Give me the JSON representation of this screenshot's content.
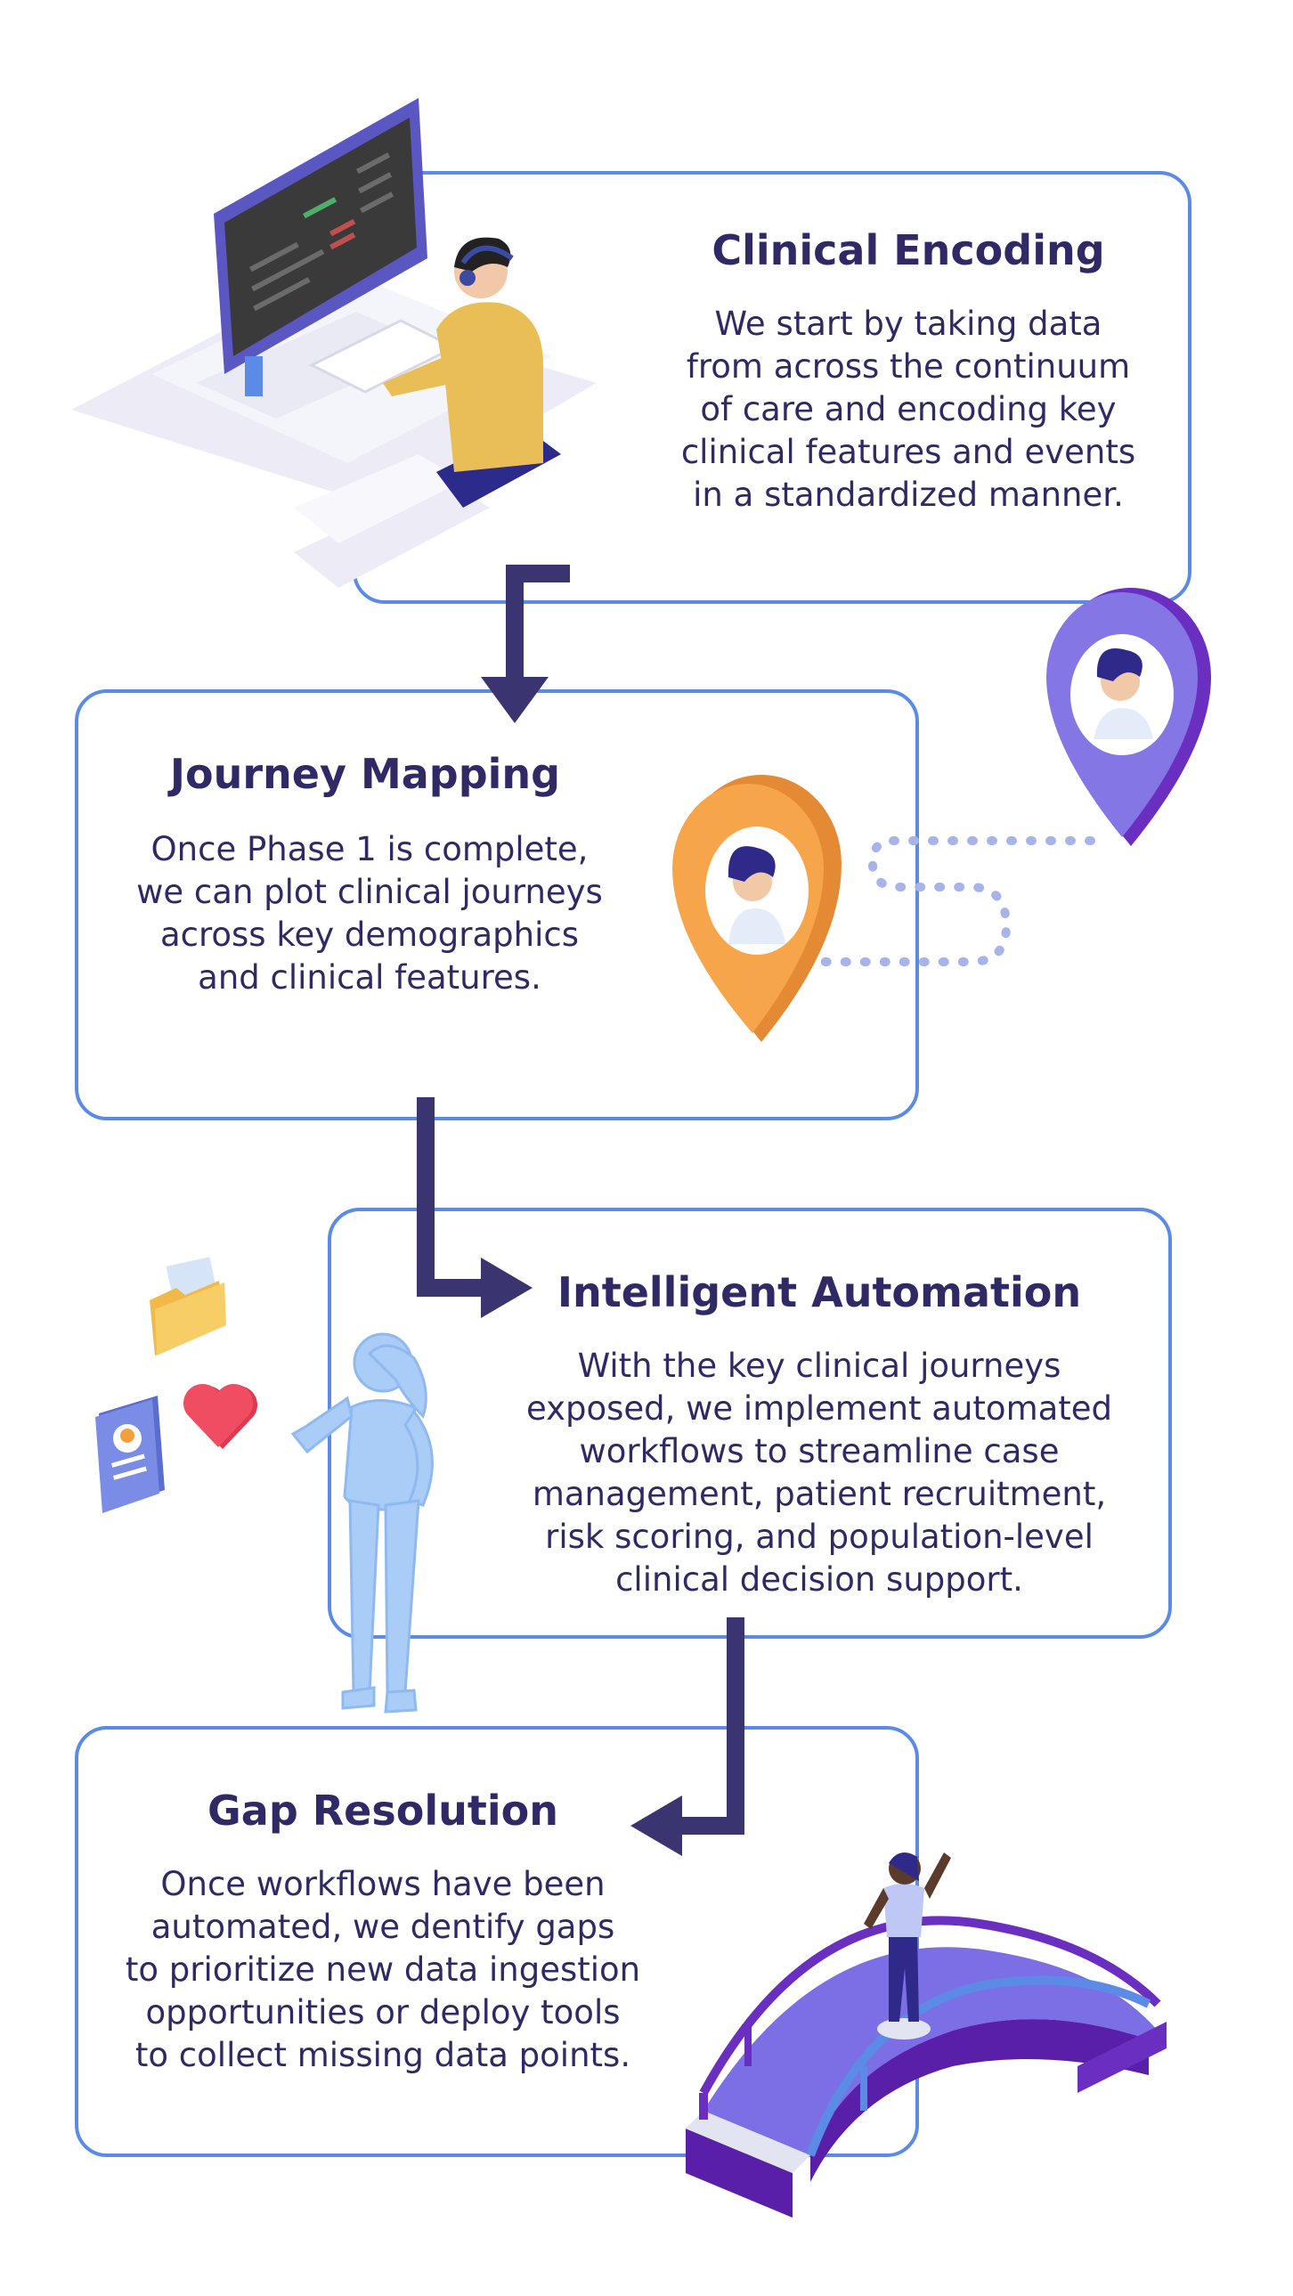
{
  "steps": [
    {
      "title": "Clinical Encoding",
      "lines": [
        "We start by taking data",
        "from across the continuum",
        "of care and encoding key",
        "clinical features and events",
        "in a standardized manner."
      ]
    },
    {
      "title": "Journey Mapping",
      "lines": [
        "Once Phase 1 is complete,",
        "we can plot clinical journeys",
        "across key demographics",
        "and clinical features."
      ]
    },
    {
      "title": "Intelligent Automation",
      "lines": [
        "With the key clinical journeys",
        "exposed, we implement automated",
        "workflows to streamline case",
        "management, patient recruitment,",
        "risk scoring, and population-level",
        "clinical decision support."
      ]
    },
    {
      "title": "Gap Resolution",
      "lines": [
        "Once workflows have been",
        "automated, we dentify gaps",
        "to prioritize new data ingestion",
        "opportunities or deploy tools",
        "to collect missing data points."
      ]
    }
  ],
  "illustrations": [
    "computer-workstation",
    "orange-location-pin",
    "purple-location-pin",
    "dotted-route",
    "standing-woman",
    "folder-icon",
    "heart-icon",
    "id-card-icon",
    "bridge-with-person"
  ],
  "colors": {
    "card_border": "#5b8be6",
    "text": "#2f2a66",
    "arrow": "#3a3470",
    "pin_orange": "#f2a03d",
    "pin_purple": "#6a2fc0",
    "bridge": "#7c6fe6",
    "woman": "#a9cdf7"
  }
}
